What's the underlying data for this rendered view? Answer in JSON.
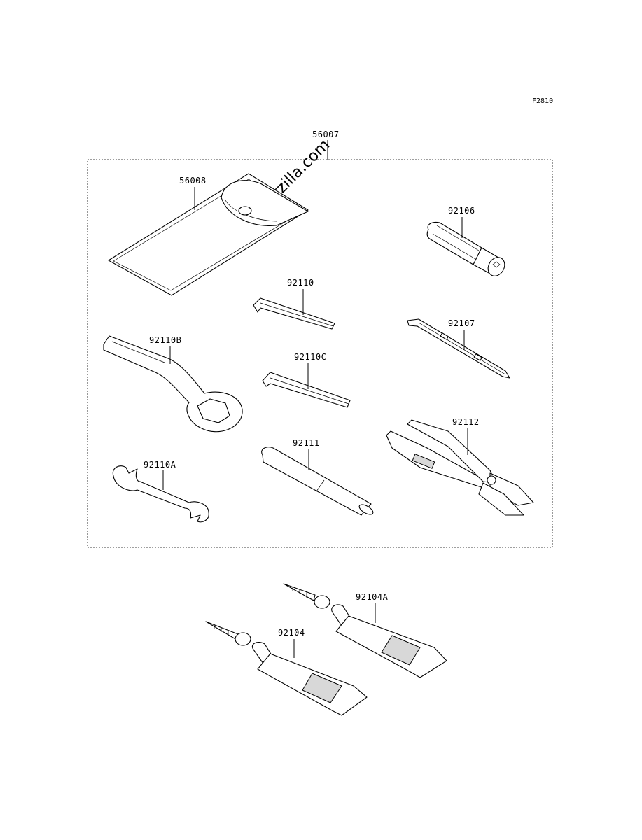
{
  "figure_code": "F2810",
  "watermark": "© Partzilla.com",
  "parts": {
    "p56007": "56007",
    "p56008": "56008",
    "p92106": "92106",
    "p92110": "92110",
    "p92107": "92107",
    "p92110B": "92110B",
    "p92110C": "92110C",
    "p92112": "92112",
    "p92111": "92111",
    "p92110A": "92110A",
    "p92104A": "92104A",
    "p92104": "92104"
  }
}
